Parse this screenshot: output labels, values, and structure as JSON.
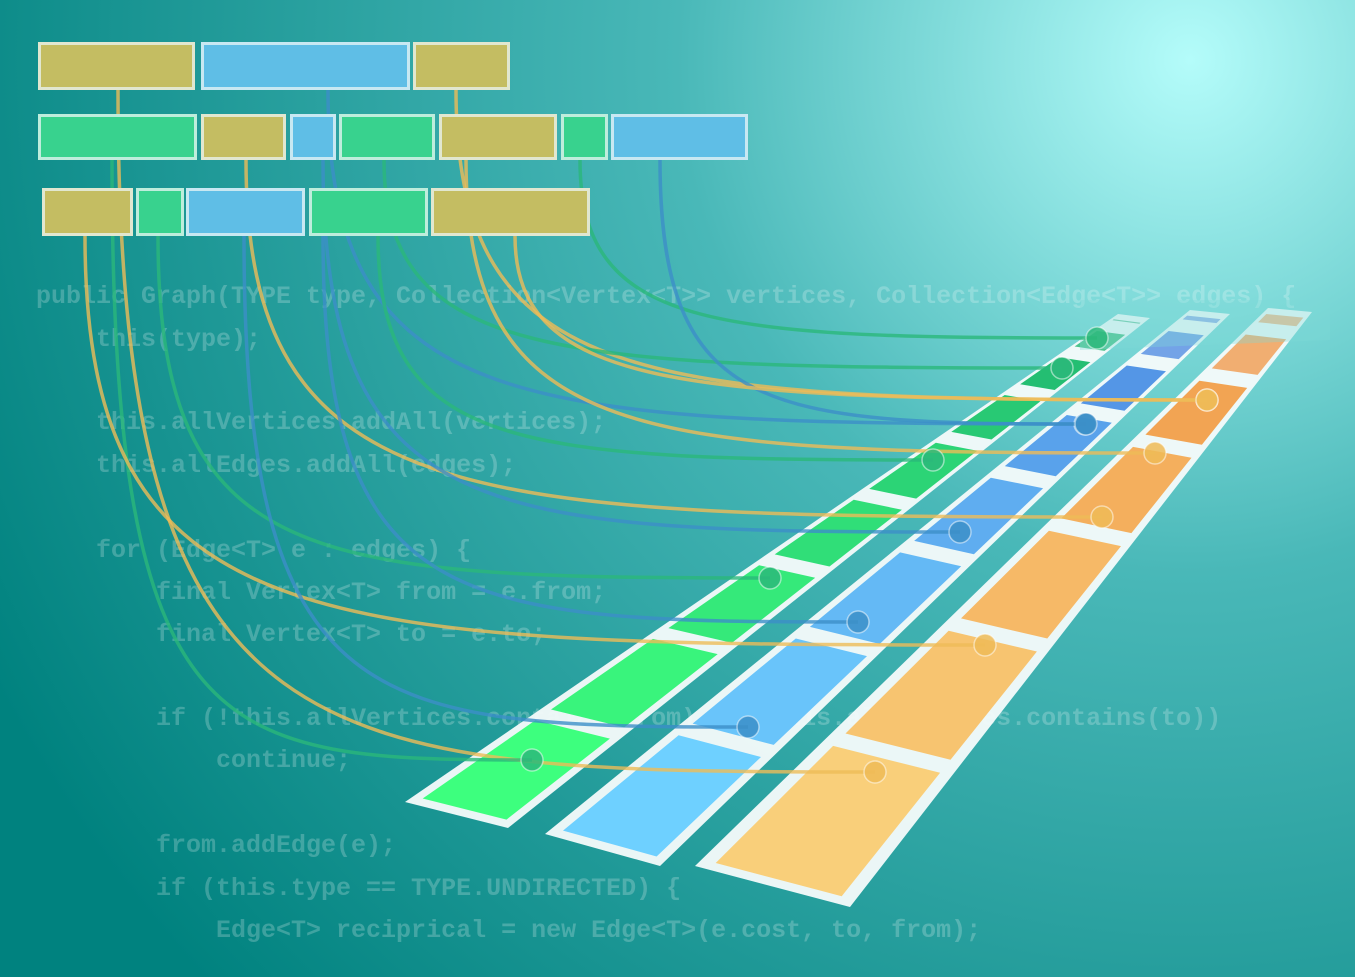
{
  "colors": {
    "background_center": "#b4fcfa",
    "background_mid": "#49b8b8",
    "background_edge": "#00827f",
    "olive": "#c4bd62",
    "blue": "#5fbee6",
    "green": "#38d28e",
    "lane_green": "#3bea84",
    "lane_blue": "#6bc7f5",
    "lane_orange": "#f7c574"
  },
  "code_lines": [
    "public Graph(TYPE type, Collection<Vertex<T>> vertices, Collection<Edge<T>> edges) {",
    "    this(type);",
    "",
    "    this.allVertices.addAll(vertices);",
    "    this.allEdges.addAll(edges);",
    "",
    "    for (Edge<T> e : edges) {",
    "        final Vertex<T> from = e.from;",
    "        final Vertex<T> to = e.to;",
    "",
    "        if (!this.allVertices.contains(from) || !this.allVertices.contains(to))",
    "            continue;",
    "",
    "        from.addEdge(e);",
    "        if (this.type == TYPE.UNDIRECTED) {",
    "            Edge<T> reciprical = new Edge<T>(e.cost, to, from);"
  ],
  "block_rows": [
    [
      "olive",
      "blue",
      "olive"
    ],
    [
      "green",
      "olive",
      "blue",
      "green",
      "olive",
      "green",
      "blue"
    ],
    [
      "olive",
      "green",
      "blue",
      "green",
      "olive"
    ]
  ],
  "lanes": [
    {
      "name": "green-lane",
      "color": "green",
      "cells": 9
    },
    {
      "name": "blue-lane",
      "color": "blue",
      "cells": 8
    },
    {
      "name": "orange-lane",
      "color": "orange",
      "cells": 7
    }
  ]
}
